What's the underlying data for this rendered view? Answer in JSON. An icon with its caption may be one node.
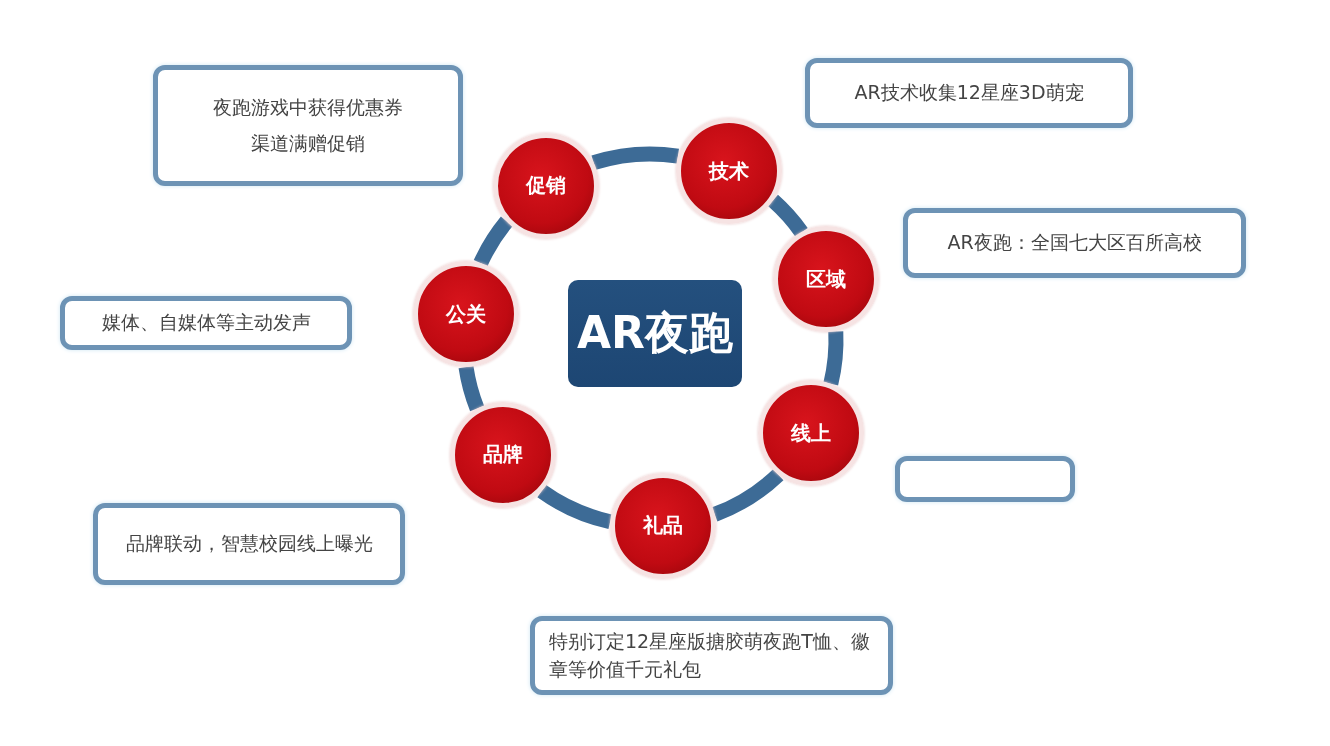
{
  "diagram": {
    "nodes": [
      {
        "text": [
          "夜跑游戏中获得优惠券",
          "渠道满赠促销"
        ]
      },
      {
        "text": [
          "AR技术收集12星座3D萌宠"
        ]
      },
      {
        "text": [
          "促销"
        ]
      },
      {
        "text": [
          "技术"
        ]
      },
      {
        "text": [
          "AR夜跑：全国七大区百所高校"
        ]
      },
      {
        "text": [
          "区域"
        ]
      },
      {
        "text": [
          "公关"
        ]
      },
      {
        "text": [
          "媒体、自媒体等主动发声"
        ]
      },
      {
        "text": [
          "AR夜跑"
        ]
      },
      {
        "text": [
          "线上"
        ]
      },
      {
        "text": [],
        "shape": "box"
      },
      {
        "text": [
          "品牌"
        ]
      },
      {
        "text": [
          "品牌联动，智慧校园线上曝光"
        ]
      },
      {
        "text": [
          "礼品"
        ]
      },
      {
        "text": [
          "特别订定12星座版搪胶萌夜跑T恤、徽章等价值千元礼包"
        ]
      }
    ],
    "edges": [
      {
        "from": 2,
        "to": 3,
        "arrow": "none"
      },
      {
        "from": 3,
        "to": 5,
        "arrow": "none"
      },
      {
        "from": 5,
        "to": 9,
        "arrow": "none"
      },
      {
        "from": 9,
        "to": 13,
        "arrow": "none"
      },
      {
        "from": 13,
        "to": 11,
        "arrow": "none"
      },
      {
        "from": 11,
        "to": 6,
        "arrow": "none"
      },
      {
        "from": 6,
        "to": 2,
        "arrow": "none"
      }
    ]
  }
}
